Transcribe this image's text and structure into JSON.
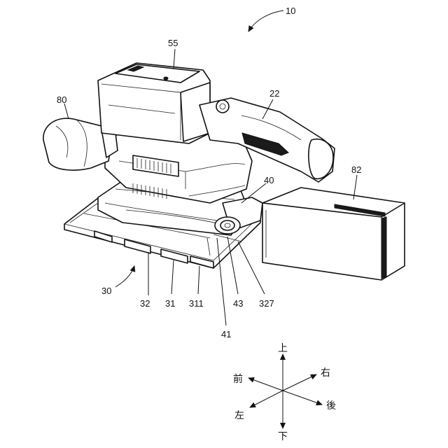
{
  "labels": {
    "l10": "10",
    "l55": "55",
    "l80": "80",
    "l22": "22",
    "l82": "82",
    "l40": "40",
    "l30": "30",
    "l32": "32",
    "l31": "31",
    "l311": "311",
    "l43": "43",
    "l327": "327",
    "l41": "41"
  },
  "directions": {
    "up": "上",
    "down": "下",
    "front": "前",
    "back": "後",
    "left": "左",
    "right": "右"
  }
}
